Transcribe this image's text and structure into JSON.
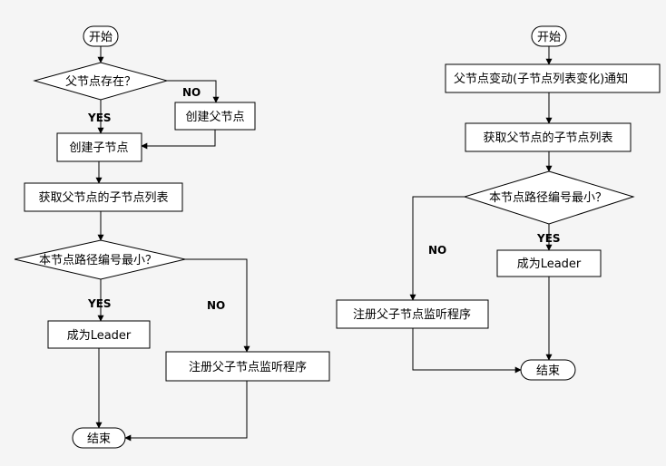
{
  "colors": {
    "background": "#f5f5f5",
    "node_fill": "#ffffff",
    "stroke": "#000000"
  },
  "left": {
    "start": "开始",
    "parent_exists": "父节点存在？",
    "create_parent": "创建父节点",
    "create_child": "创建子节点",
    "get_children": "获取父节点的子节点列表",
    "is_smallest": "本节点路径编号最小？",
    "become_leader": "成为Leader",
    "register_watcher": "注册父子节点监听程序",
    "end": "结束",
    "label_no_parent": "NO",
    "label_yes_parent": "YES",
    "label_yes_smallest": "YES",
    "label_no_smallest": "NO"
  },
  "right": {
    "start": "开始",
    "notify": "父节点变动(子节点列表变化)通知",
    "get_children": "获取父节点的子节点列表",
    "is_smallest": "本节点路径编号最小？",
    "become_leader": "成为Leader",
    "register_watcher": "注册父子节点监听程序",
    "end": "结束",
    "label_yes": "YES",
    "label_no": "NO"
  }
}
